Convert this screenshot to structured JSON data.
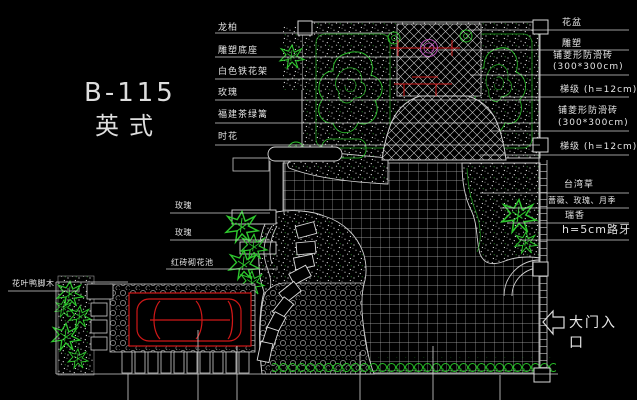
{
  "drawing": {
    "code": "B-115",
    "style_name": "英式"
  },
  "labels": {
    "left": [
      "龙柏",
      "雕塑底座",
      "白色铁花架",
      "玫瑰",
      "福建茶绿篱",
      "时花"
    ],
    "middle": [
      "玫瑰",
      "玫瑰",
      "红砖砌花池"
    ],
    "corner": "花叶鸭脚木",
    "right": [
      "花盆",
      "雕塑",
      "铺菱形防滑砖",
      "(300*300cm)",
      "梯级 (h=12cm)",
      "铺菱形防滑砖",
      "(300*300cm)",
      "梯级 (h=12cm)",
      "台湾草",
      "蔷薇、玫瑰、月季",
      "瑞香",
      "h=5cm路牙"
    ],
    "entrance": "大门入口"
  },
  "colors": {
    "background": "#000000",
    "line": "#d4d4d4",
    "plant_green": "#2ec82e",
    "hedge_green": "#27c427",
    "accent_red": "#d01818",
    "sculpture_magenta": "#b44fb4"
  }
}
